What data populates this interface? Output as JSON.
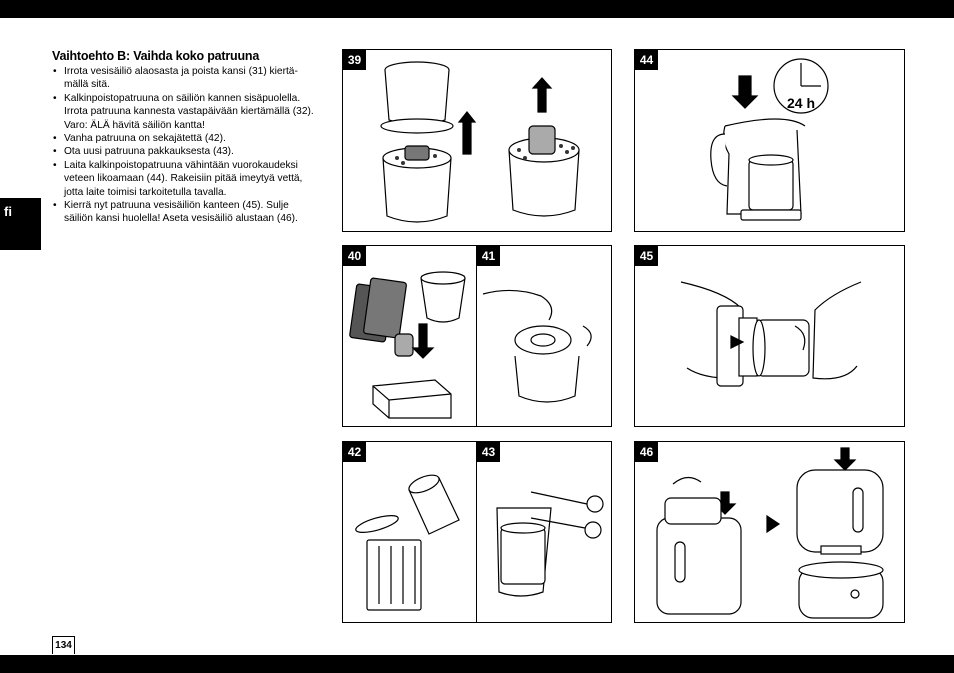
{
  "language_tab": "fi",
  "section": {
    "title": "Vaihtoehto B: Vaihda koko patruuna",
    "steps": [
      "Irrota vesisäiliö alaosasta ja poista kansi (31) kiertä-\nmällä sitä.",
      "Kalkinpoistopatruuna on säiliön kannen sisäpuolella.\nIrrota patruuna kannesta vastapäivään kiertämällä (32).\nVaro: ÄLÄ hävitä säiliön kantta!",
      "Vanha patruuna on sekajätettä (42).",
      "Ota uusi patruuna pakkauksesta (43).",
      "Laita kalkinpoistopatruuna vähintään vuorokaudeksi\nveteen likoamaan (44). Rakeisiin pitää imeytyä vettä,\njotta laite toimisi tarkoitetulla tavalla.",
      "Kierrä nyt patruuna vesisäiliön kanteen (45). Sulje\nsäiliön kansi huolella! Aseta vesisäiliö alustaan (46)."
    ]
  },
  "figures": {
    "f39": "39",
    "f40": "40",
    "f41": "41",
    "f42": "42",
    "f43": "43",
    "f44": "44",
    "f45": "45",
    "f46": "46"
  },
  "clock_label": "24 h",
  "page_number": "134"
}
